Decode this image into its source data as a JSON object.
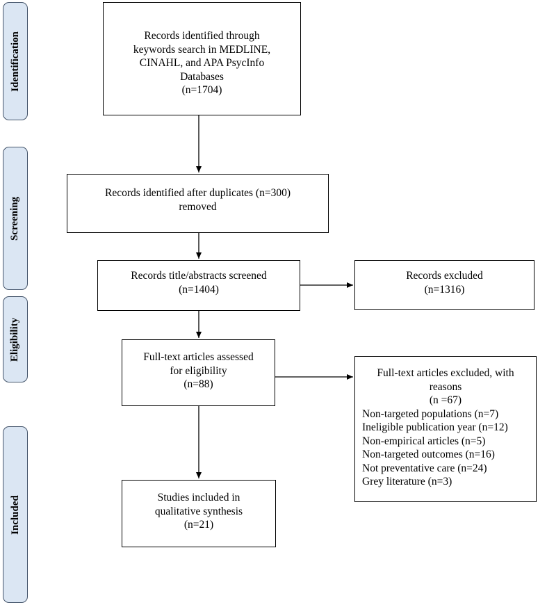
{
  "phases": {
    "identification": "Identification",
    "screening": "Screening",
    "eligibility": "Eligibility",
    "included": "Included"
  },
  "boxes": {
    "identified": {
      "lines": [
        "Records identified through",
        "keywords search in MEDLINE,",
        "CINAHL, and APA PsycInfo",
        "Databases",
        "(n=1704)"
      ]
    },
    "duplicates": {
      "lines": [
        "Records identified after duplicates (n=300)",
        "removed"
      ]
    },
    "screened": {
      "lines": [
        "Records title/abstracts screened",
        "(n=1404)"
      ]
    },
    "excluded": {
      "lines": [
        "Records excluded",
        "(n=1316)"
      ]
    },
    "fulltext": {
      "lines": [
        "Full-text articles assessed",
        "for eligibility",
        "(n=88)"
      ]
    },
    "fulltext_excluded": {
      "header": [
        "Full-text articles excluded, with",
        "reasons",
        "(n =67)"
      ],
      "reasons": [
        "Non-targeted populations (n=7)",
        "Ineligible publication year (n=12)",
        "Non-empirical articles (n=5)",
        "Non-targeted outcomes (n=16)",
        "Not preventative care (n=24)",
        "Grey literature (n=3)"
      ]
    },
    "included": {
      "lines": [
        "Studies included in",
        "qualitative synthesis",
        "(n=21)"
      ]
    }
  }
}
